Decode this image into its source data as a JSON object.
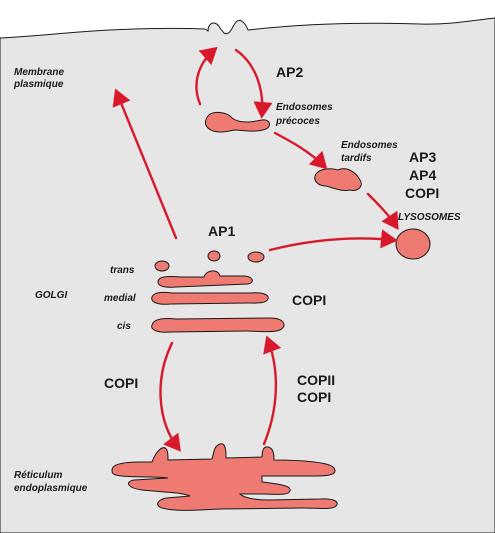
{
  "colors": {
    "background": "#ffffff",
    "cytoplasm": "#e6e6e6",
    "organelle": "#ef7a72",
    "arrow": "#d8192b",
    "outline": "#1a1a1a"
  },
  "labels": {
    "membrane_line1": "Membrane",
    "membrane_line2": "plasmique",
    "ap2": "AP2",
    "early_endo_line1": "Endosomes",
    "early_endo_line2": "précoces",
    "late_endo_line1": "Endosomes",
    "late_endo_line2": "tardifs",
    "ap3": "AP3",
    "ap4": "AP4",
    "copi_lyso": "COPI",
    "lysosomes": "LYSOSOMES",
    "ap1": "AP1",
    "trans": "trans",
    "medial": "medial",
    "cis": "cis",
    "golgi": "GOLGI",
    "copi_golgi": "COPI",
    "copi_left": "COPI",
    "copii": "COPII",
    "copi_right": "COPI",
    "er_line1": "Réticulum",
    "er_line2": "endoplasmique"
  }
}
